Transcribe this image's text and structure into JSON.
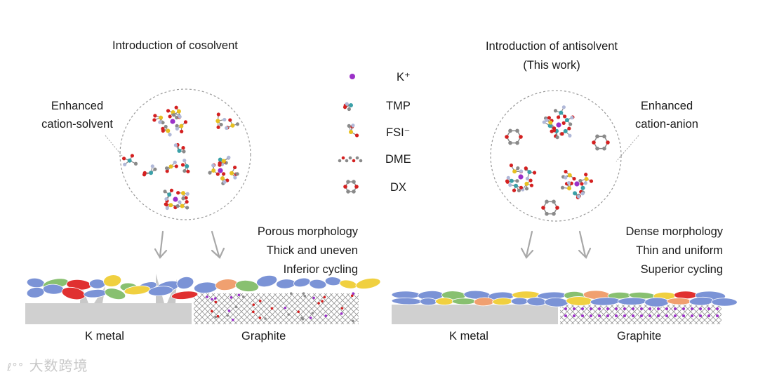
{
  "left": {
    "title": "Introduction  of cosolvent",
    "callout": [
      "Enhanced",
      "cation-solvent"
    ],
    "features": [
      "Porous morphology",
      "Thick and uneven",
      "Inferior cycling"
    ],
    "label_metal": "K metal",
    "label_graphite": "Graphite"
  },
  "right": {
    "title": "Introduction  of antisolvent",
    "subtitle": "(This work)",
    "callout": [
      "Enhanced",
      "cation-anion"
    ],
    "features": [
      "Dense morphology",
      "Thin and uniform",
      "Superior cycling"
    ],
    "label_metal": "K metal",
    "label_graphite": "Graphite"
  },
  "legend": [
    {
      "label": "K⁺",
      "icon": "k-ion-icon"
    },
    {
      "label": "TMP",
      "icon": "tmp-molecule-icon"
    },
    {
      "label": "FSI⁻",
      "icon": "fsi-anion-icon"
    },
    {
      "label": "DME",
      "icon": "dme-molecule-icon"
    },
    {
      "label": "DX",
      "icon": "dx-molecule-icon"
    }
  ],
  "watermark": "大数跨境",
  "colors": {
    "potassium": "#9b30c8",
    "oxygen": "#d42020",
    "carbon": "#8a8a8a",
    "phosphorus": "#3aa0a8",
    "sulfur": "#e8c020",
    "sei_blue": "#7b93d6",
    "sei_red": "#e03030",
    "sei_orange": "#f0a070",
    "sei_yellow": "#f0d040",
    "sei_green": "#88c070",
    "metal": "#d0d0d0"
  }
}
